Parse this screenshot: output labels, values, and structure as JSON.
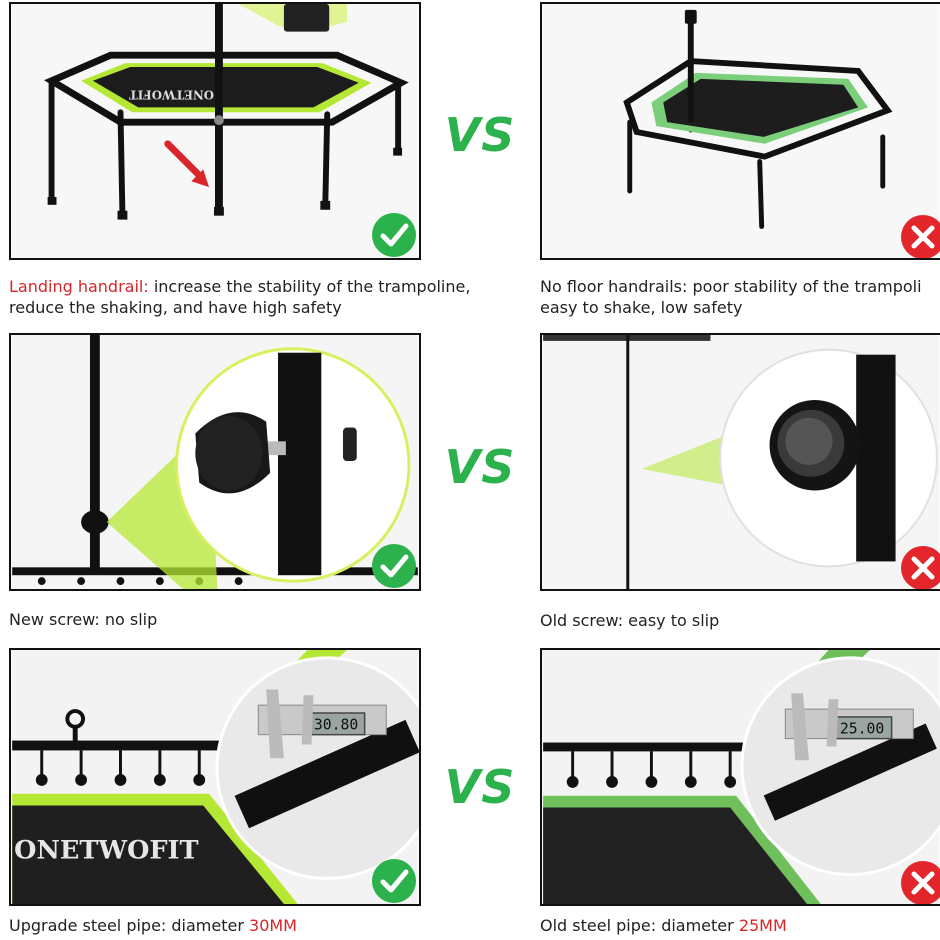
{
  "vs_label": "VS",
  "brand_text": "ONETWOFIT",
  "rows": [
    {
      "left": {
        "highlight": "Landing handrail:",
        "text_line1": " increase the stability of the trampoline,",
        "text_line2": "reduce the shaking, and have high safety",
        "status": "check"
      },
      "right": {
        "text_line1": "No floor handrails: poor stability of the trampoli",
        "text_line2": "easy to shake, low safety",
        "status": "cross"
      }
    },
    {
      "left": {
        "text_line1": "New screw: no slip",
        "status": "check"
      },
      "right": {
        "text_line1": "Old screw: easy to slip",
        "status": "cross"
      }
    },
    {
      "left": {
        "prefix": "Upgrade steel pipe: diameter ",
        "highlight": "30MM",
        "caliper_reading": "30.80",
        "status": "check"
      },
      "right": {
        "prefix": "Old steel pipe: diameter ",
        "highlight": "25MM",
        "caliper_reading": "25.00",
        "status": "cross"
      }
    }
  ],
  "colors": {
    "accent_green": "#2bb24c",
    "lime_trim": "#b5e835",
    "highlight_red": "#d8262a",
    "cross_red": "#e3262b",
    "frame_black": "#111111"
  },
  "icons": [
    "check-badge-icon",
    "cross-badge-icon",
    "red-arrow-icon"
  ]
}
